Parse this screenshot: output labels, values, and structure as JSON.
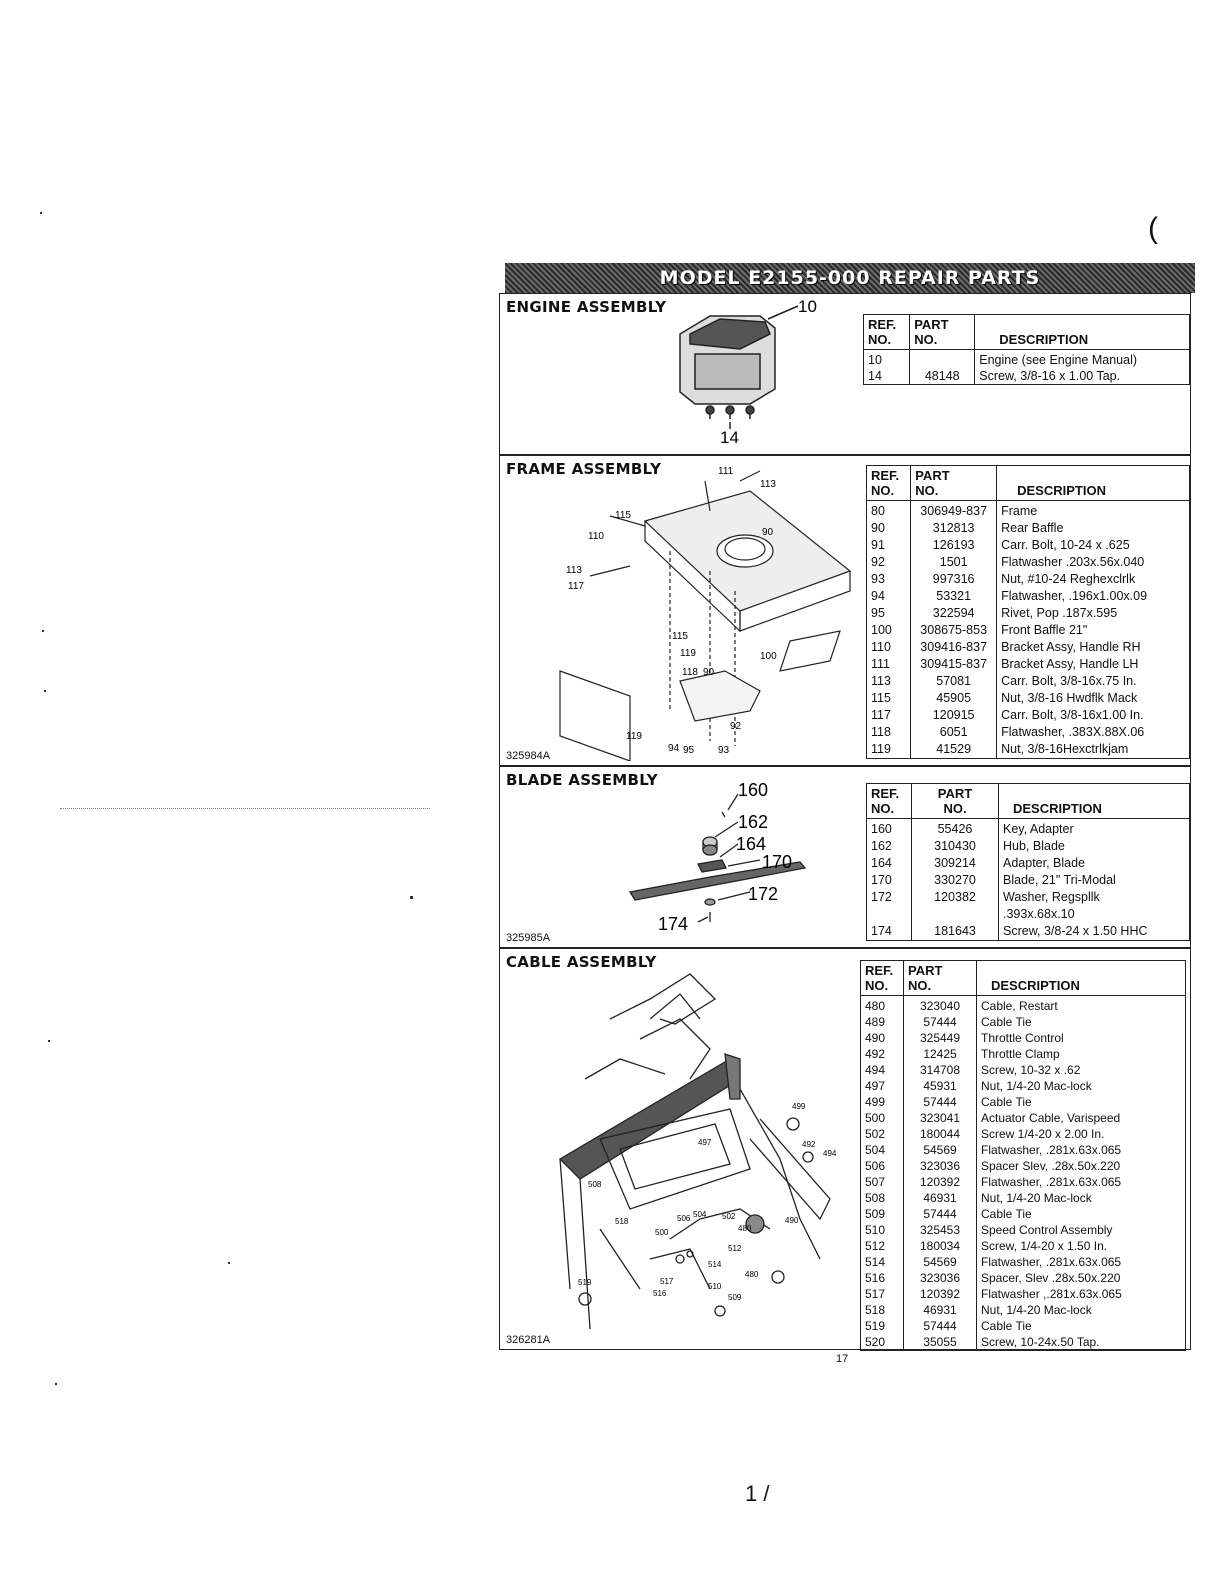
{
  "header": {
    "title": "MODEL E2155-000 REPAIR PARTS"
  },
  "columns": {
    "ref1": "REF.",
    "ref2": "NO.",
    "part1": "PART",
    "part2": "NO.",
    "desc": "DESCRIPTION"
  },
  "engine": {
    "title": "ENGINE ASSEMBLY",
    "callouts": [
      "10",
      "14"
    ],
    "rows": [
      {
        "ref": "10",
        "part": "",
        "desc": "Engine (see Engine Manual)"
      },
      {
        "ref": "14",
        "part": "48148",
        "desc": "Screw, 3/8-16 x 1.00 Tap."
      }
    ]
  },
  "frame": {
    "title": "FRAME ASSEMBLY",
    "code": "325984A",
    "callouts": [
      "111",
      "113",
      "115",
      "110",
      "90",
      "113",
      "117",
      "115",
      "119",
      "118",
      "90",
      "100",
      "119",
      "94",
      "95",
      "93",
      "92"
    ],
    "rows": [
      {
        "ref": "80",
        "part": "306949-837",
        "desc": "Frame"
      },
      {
        "ref": "90",
        "part": "312813",
        "desc": "Rear Baffle"
      },
      {
        "ref": "91",
        "part": "126193",
        "desc": "Carr. Bolt, 10-24 x .625"
      },
      {
        "ref": "92",
        "part": "1501",
        "desc": "Flatwasher .203x.56x.040"
      },
      {
        "ref": "93",
        "part": "997316",
        "desc": "Nut, #10-24 Reghexclrlk"
      },
      {
        "ref": "94",
        "part": "53321",
        "desc": "Flatwasher, .196x1.00x.09"
      },
      {
        "ref": "95",
        "part": "322594",
        "desc": "Rivet, Pop .187x.595"
      },
      {
        "ref": "100",
        "part": "308675-853",
        "desc": "Front Baffle 21\""
      },
      {
        "ref": "110",
        "part": "309416-837",
        "desc": "Bracket Assy, Handle RH"
      },
      {
        "ref": "111",
        "part": "309415-837",
        "desc": "Bracket Assy, Handle LH"
      },
      {
        "ref": "113",
        "part": "57081",
        "desc": "Carr. Bolt, 3/8-16x.75 In."
      },
      {
        "ref": "115",
        "part": "45905",
        "desc": "Nut, 3/8-16 Hwdflk Mack"
      },
      {
        "ref": "117",
        "part": "120915",
        "desc": "Carr. Bolt, 3/8-16x1.00 In."
      },
      {
        "ref": "118",
        "part": "6051",
        "desc": "Flatwasher, .383X.88X.06"
      },
      {
        "ref": "119",
        "part": "41529",
        "desc": "Nut, 3/8-16Hexctrlkjam"
      }
    ]
  },
  "blade": {
    "title": "BLADE ASSEMBLY",
    "code": "325985A",
    "callouts": [
      "160",
      "162",
      "164",
      "170",
      "172",
      "174"
    ],
    "rows": [
      {
        "ref": "160",
        "part": "55426",
        "desc": "Key, Adapter"
      },
      {
        "ref": "162",
        "part": "310430",
        "desc": "Hub, Blade"
      },
      {
        "ref": "164",
        "part": "309214",
        "desc": "Adapter, Blade"
      },
      {
        "ref": "170",
        "part": "330270",
        "desc": "Blade, 21\" Tri-Modal"
      },
      {
        "ref": "172",
        "part": "120382",
        "desc": "Washer, Regspllk"
      },
      {
        "ref": "",
        "part": "",
        "desc": ".393x.68x.10"
      },
      {
        "ref": "174",
        "part": "181643",
        "desc": "Screw, 3/8-24 x 1.50 HHC"
      }
    ]
  },
  "cable": {
    "title": "CABLE ASSEMBLY",
    "code": "326281A",
    "callouts": [
      "499",
      "492",
      "494",
      "497",
      "508",
      "518",
      "500",
      "506",
      "504",
      "502",
      "512",
      "480",
      "490",
      "514",
      "519",
      "517",
      "516",
      "510",
      "509",
      "480"
    ],
    "rows": [
      {
        "ref": "480",
        "part": "323040",
        "desc": "Cable, Restart"
      },
      {
        "ref": "489",
        "part": "57444",
        "desc": "Cable Tie"
      },
      {
        "ref": "490",
        "part": "325449",
        "desc": "Throttle Control"
      },
      {
        "ref": "492",
        "part": "12425",
        "desc": "Throttle Clamp"
      },
      {
        "ref": "494",
        "part": "314708",
        "desc": "Screw, 10-32 x .62"
      },
      {
        "ref": "497",
        "part": "45931",
        "desc": "Nut, 1/4-20 Mac-lock"
      },
      {
        "ref": "499",
        "part": "57444",
        "desc": "Cable Tie"
      },
      {
        "ref": "500",
        "part": "323041",
        "desc": "Actuator Cable, Varispeed"
      },
      {
        "ref": "502",
        "part": "180044",
        "desc": "Screw 1/4-20 x 2.00 In."
      },
      {
        "ref": "504",
        "part": "54569",
        "desc": "Flatwasher, .281x.63x.065"
      },
      {
        "ref": "506",
        "part": "323036",
        "desc": "Spacer Slev, .28x.50x.220"
      },
      {
        "ref": "507",
        "part": "120392",
        "desc": "Flatwasher, .281x.63x.065"
      },
      {
        "ref": "508",
        "part": "46931",
        "desc": "Nut, 1/4-20 Mac-lock"
      },
      {
        "ref": "509",
        "part": "57444",
        "desc": "Cable Tie"
      },
      {
        "ref": "510",
        "part": "325453",
        "desc": "Speed Control Assembly"
      },
      {
        "ref": "512",
        "part": "180034",
        "desc": "Screw, 1/4-20 x 1.50 In."
      },
      {
        "ref": "514",
        "part": "54569",
        "desc": "Flatwasher, .281x.63x.065"
      },
      {
        "ref": "516",
        "part": "323036",
        "desc": "Spacer, Slev .28x.50x.220"
      },
      {
        "ref": "517",
        "part": "120392",
        "desc": "Flatwasher ,.281x.63x.065"
      },
      {
        "ref": "518",
        "part": "46931",
        "desc": "Nut, 1/4-20 Mac-lock"
      },
      {
        "ref": "519",
        "part": "57444",
        "desc": "Cable Tie"
      },
      {
        "ref": "520",
        "part": "35055",
        "desc": "Screw, 10-24x.50 Tap."
      }
    ]
  },
  "page_number": "17",
  "handwritten_mark": "1 /"
}
